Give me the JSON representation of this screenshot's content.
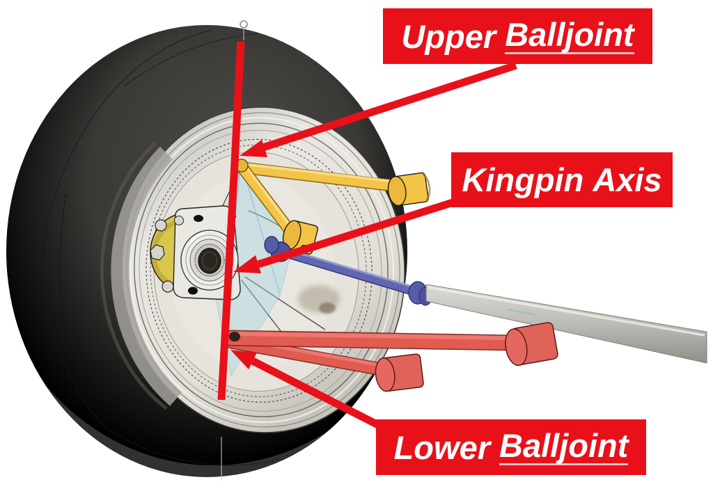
{
  "figure": {
    "description_labels": {
      "upper_balljoint": {
        "text": "Upper Balljoint",
        "word1": "Upper",
        "word2": "Balljoint"
      },
      "kingpin_axis": {
        "text": "Kingpin Axis",
        "word1": "Kingpin",
        "word2": "Axis"
      },
      "lower_balljoint": {
        "text": "Lower Balljoint",
        "word1": "Lower",
        "word2": "Balljoint"
      }
    },
    "scene_parts": [
      "tire",
      "wheel-rim",
      "hub-bearing",
      "brake-rotor-yellow",
      "upright-ghost-blue",
      "upper-control-arm-links-yellow",
      "lower-control-arm-links-salmon",
      "tie-rod-blue",
      "steering-rod-gray",
      "kingpin-axis-line",
      "upper-balljoint-marker",
      "lower-balljoint-marker"
    ]
  },
  "colors": {
    "annotation_red": "#E8111A",
    "link_yellow": "#F3C445",
    "link_salmon": "#E05B50",
    "tie_rod_blue": "#6166B0",
    "steering_rod_gray": "#BDBCB7",
    "tire_dark": "#3B3936",
    "rim_silver": "#DCD9D2",
    "hub_yellow": "#D9C74D",
    "knuckle_ghost_blue": "#9ED4E4",
    "background": "#FFFFFF"
  }
}
